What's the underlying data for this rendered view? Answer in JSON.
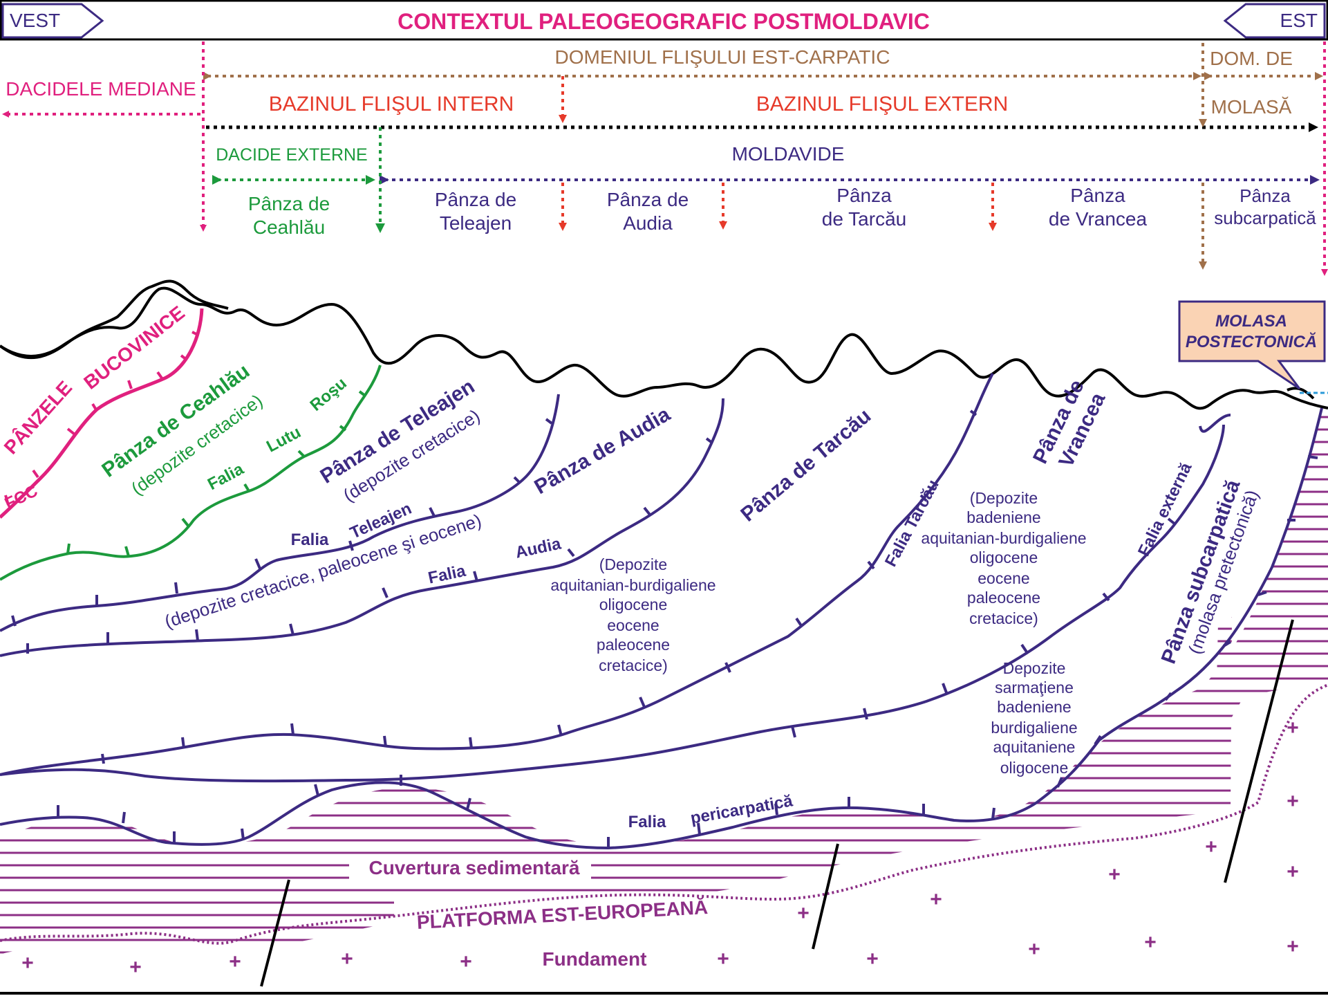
{
  "title": "CONTEXTUL PALEOGEOGRAFIC POSTMOLDAVIC",
  "dir_west": "VEST",
  "dir_east": "EST",
  "domains": {
    "flysch": "DOMENIUL FLIŞULUI EST-CARPATIC",
    "molasa_top": "DOM. DE",
    "molasa_bottom": "MOLASĂ",
    "dacidele_mediane": "DACIDELE MEDIANE",
    "flis_intern": "BAZINUL FLIŞUL INTERN",
    "flis_extern": "BAZINUL FLIŞUL EXTERN",
    "dacide_externe": "DACIDE EXTERNE",
    "moldavide": "MOLDAVIDE"
  },
  "nappe_heads": [
    [
      "Pânza de",
      "Ceahlău"
    ],
    [
      "Pânza de",
      "Teleajen"
    ],
    [
      "Pânza de",
      "Audia"
    ],
    [
      "Pânza",
      "de Tarcău"
    ],
    [
      "Pânza",
      "de Vrancea"
    ],
    [
      "Pânza",
      "subcarpatică"
    ]
  ],
  "callout": [
    "MOLASA",
    "POSTECTONICĂ"
  ],
  "section": {
    "bucovinice_1": "PÂNZELE",
    "bucovinice_2": "BUCOVINICE",
    "fcc": "FCC",
    "ceahlau": "Pânza de Ceahlău",
    "ceahlau_dep": "(depozite cretacice)",
    "falia": "Falia",
    "lutu": "Lutu",
    "rosu": "Roşu",
    "teleajen": "Pânza de Teleajen",
    "teleajen_dep": "(depozite cretacice)",
    "falia_teleajen": "Teleajen",
    "dep_cret_paleo": "(depozite cretacice, paleocene şi eocene)",
    "audia": "Pânza de Audia",
    "falia_audia": "Audia",
    "audia_dep": [
      "(Depozite",
      "aquitanian-burdigaliene",
      "oligocene",
      "eocene",
      "paleocene",
      "cretacice)"
    ],
    "tarcau": "Pânza de Tarcău",
    "falia_tarcau": "Falia Tarcău",
    "vrancea_1": "Pânza de",
    "vrancea_2": "Vrancea",
    "vrancea_dep": [
      "(Depozite",
      "badeniene",
      "aquitanian-burdigaliene",
      "oligocene",
      "eocene",
      "paleocene",
      "cretacice)"
    ],
    "falia_externa": "Falia externă",
    "subcarp": "Pânza subcarpatică",
    "subcarp_dep": "(molasa pretectonică)",
    "sarm_dep": [
      "Depozite",
      "sarmaţiene",
      "badeniene",
      "burdigaliene",
      "aquitaniene",
      "oligocene"
    ],
    "falia_peri": "pericarpatică",
    "cuvertura": "Cuvertura sedimentară",
    "platforma": "PLATFORMA EST-EUROPEANĂ",
    "fundament": "Fundament"
  },
  "colors": {
    "magenta": "#e0207e",
    "brown": "#a0704a",
    "red": "#e63a2a",
    "green": "#1c9a3c",
    "purple": "#3c2a82",
    "hatch": "#8c2f86",
    "callout_fill": "#fad3b4",
    "black": "#000000"
  }
}
